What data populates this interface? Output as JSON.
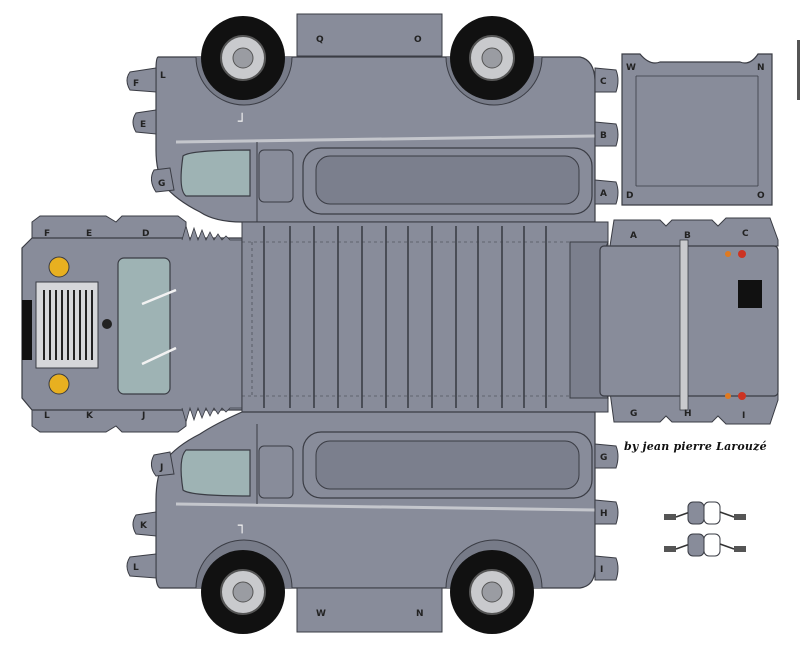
{
  "credit": "by jean pierre Larouzé",
  "tabs": {
    "top_side": [
      "F",
      "E",
      "G",
      "C",
      "B",
      "A",
      "L"
    ],
    "top_panel": [
      "Q",
      "O"
    ],
    "roof_panel": [
      "W",
      "N",
      "D",
      "O"
    ],
    "front_panel": [
      "F",
      "E",
      "D",
      "L",
      "K",
      "J"
    ],
    "rear_panel": [
      "A",
      "B",
      "C",
      "G",
      "H",
      "I"
    ],
    "bottom_side": [
      "J",
      "K",
      "L",
      "G",
      "H",
      "I"
    ],
    "bottom_panel": [
      "W",
      "N"
    ]
  },
  "colors": {
    "body": "#888c9a",
    "body_dark": "#7b7f8d",
    "window": "#9eb3b4",
    "outline": "#3a3c44",
    "tire": "#111111",
    "headlight": "#e8b020",
    "rear_light": "#cc3322"
  }
}
